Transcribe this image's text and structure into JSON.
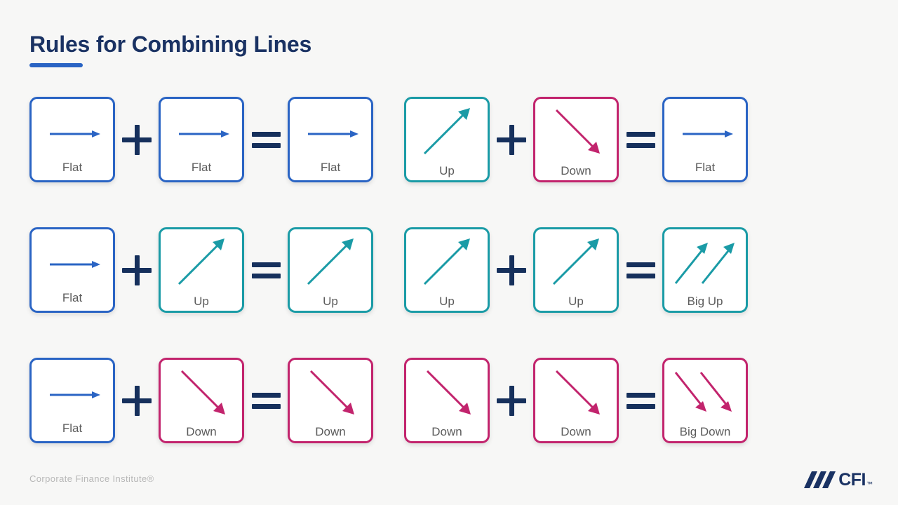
{
  "page": {
    "title": "Rules for Combining Lines",
    "background_color": "#f7f7f6"
  },
  "colors": {
    "navy": "#1a3263",
    "blue": "#2a64c4",
    "teal": "#1a9ba6",
    "pink": "#c2246d",
    "label_gray": "#5b5b5b",
    "footer_gray": "#b7b7b7"
  },
  "operators": {
    "plus": "+",
    "equals": "="
  },
  "rules": [
    {
      "id": "row-1-left",
      "operand_a": {
        "label": "Flat",
        "glyph": "flat-arrow-icon",
        "color": "blue"
      },
      "operand_b": {
        "label": "Flat",
        "glyph": "flat-arrow-icon",
        "color": "blue"
      },
      "result": {
        "label": "Flat",
        "glyph": "flat-arrow-icon",
        "color": "blue"
      }
    },
    {
      "id": "row-1-right",
      "operand_a": {
        "label": "Up",
        "glyph": "up-arrow-icon",
        "color": "teal"
      },
      "operand_b": {
        "label": "Down",
        "glyph": "down-arrow-icon",
        "color": "pink"
      },
      "result": {
        "label": "Flat",
        "glyph": "flat-arrow-icon",
        "color": "blue"
      }
    },
    {
      "id": "row-2-left",
      "operand_a": {
        "label": "Flat",
        "glyph": "flat-arrow-icon",
        "color": "blue"
      },
      "operand_b": {
        "label": "Up",
        "glyph": "up-arrow-icon",
        "color": "teal"
      },
      "result": {
        "label": "Up",
        "glyph": "up-arrow-icon",
        "color": "teal"
      }
    },
    {
      "id": "row-2-right",
      "operand_a": {
        "label": "Up",
        "glyph": "up-arrow-icon",
        "color": "teal"
      },
      "operand_b": {
        "label": "Up",
        "glyph": "up-arrow-icon",
        "color": "teal"
      },
      "result": {
        "label": "Big Up",
        "glyph": "double-up-arrow-icon",
        "color": "teal"
      }
    },
    {
      "id": "row-3-left",
      "operand_a": {
        "label": "Flat",
        "glyph": "flat-arrow-icon",
        "color": "blue"
      },
      "operand_b": {
        "label": "Down",
        "glyph": "down-arrow-icon",
        "color": "pink"
      },
      "result": {
        "label": "Down",
        "glyph": "down-arrow-icon",
        "color": "pink"
      }
    },
    {
      "id": "row-3-right",
      "operand_a": {
        "label": "Down",
        "glyph": "down-arrow-icon",
        "color": "pink"
      },
      "operand_b": {
        "label": "Down",
        "glyph": "down-arrow-icon",
        "color": "pink"
      },
      "result": {
        "label": "Big Down",
        "glyph": "double-down-arrow-icon",
        "color": "pink"
      }
    }
  ],
  "footer": {
    "attribution": "Corporate Finance Institute®",
    "logo_text": "CFI",
    "logo_tm": "™"
  }
}
